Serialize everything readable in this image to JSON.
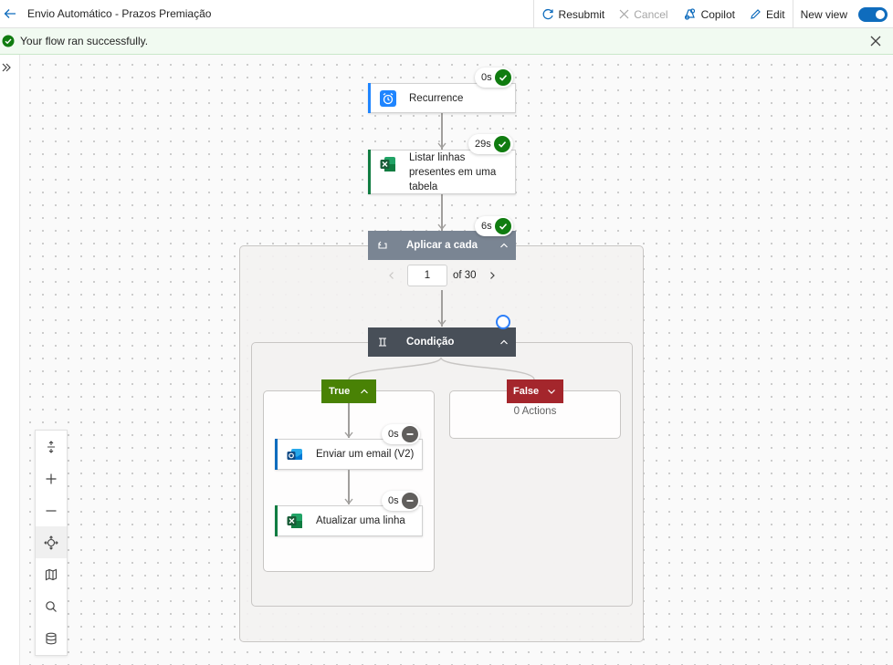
{
  "app": {
    "flow_title": "Envio Automático - Prazos Premiação",
    "toolbar": {
      "resubmit": "Resubmit",
      "cancel": "Cancel",
      "copilot": "Copilot",
      "edit": "Edit",
      "new_view": "New view"
    },
    "toggle_state": "on",
    "accent_color": "#0f6cbd"
  },
  "banner": {
    "message": "Your flow ran successfully.",
    "status_color": "#107c10"
  },
  "flow": {
    "recurrence": {
      "label": "Recurrence",
      "duration": "0s",
      "icon": "alarm-clock-icon"
    },
    "list_rows": {
      "label": "Listar linhas presentes em uma tabela",
      "duration": "29s",
      "icon": "excel-icon"
    },
    "apply_to_each": {
      "label": "Aplicar a cada",
      "duration": "6s",
      "pager": {
        "current": "1",
        "total_label": "of 30"
      }
    },
    "condition": {
      "label": "Condição",
      "true_branch": {
        "label": "True",
        "actions": [
          {
            "label": "Enviar um email (V2)",
            "duration": "0s",
            "icon": "outlook-icon"
          },
          {
            "label": "Atualizar uma linha",
            "duration": "0s",
            "icon": "excel-icon"
          }
        ]
      },
      "false_branch": {
        "label": "False",
        "empty_text": "0 Actions"
      }
    }
  },
  "colors": {
    "success": "#107c10",
    "skipped": "#605e5c",
    "true_branch": "#498205",
    "false_branch": "#a4262c",
    "loop_header": "#7a8593",
    "condition_header": "#484f58"
  }
}
